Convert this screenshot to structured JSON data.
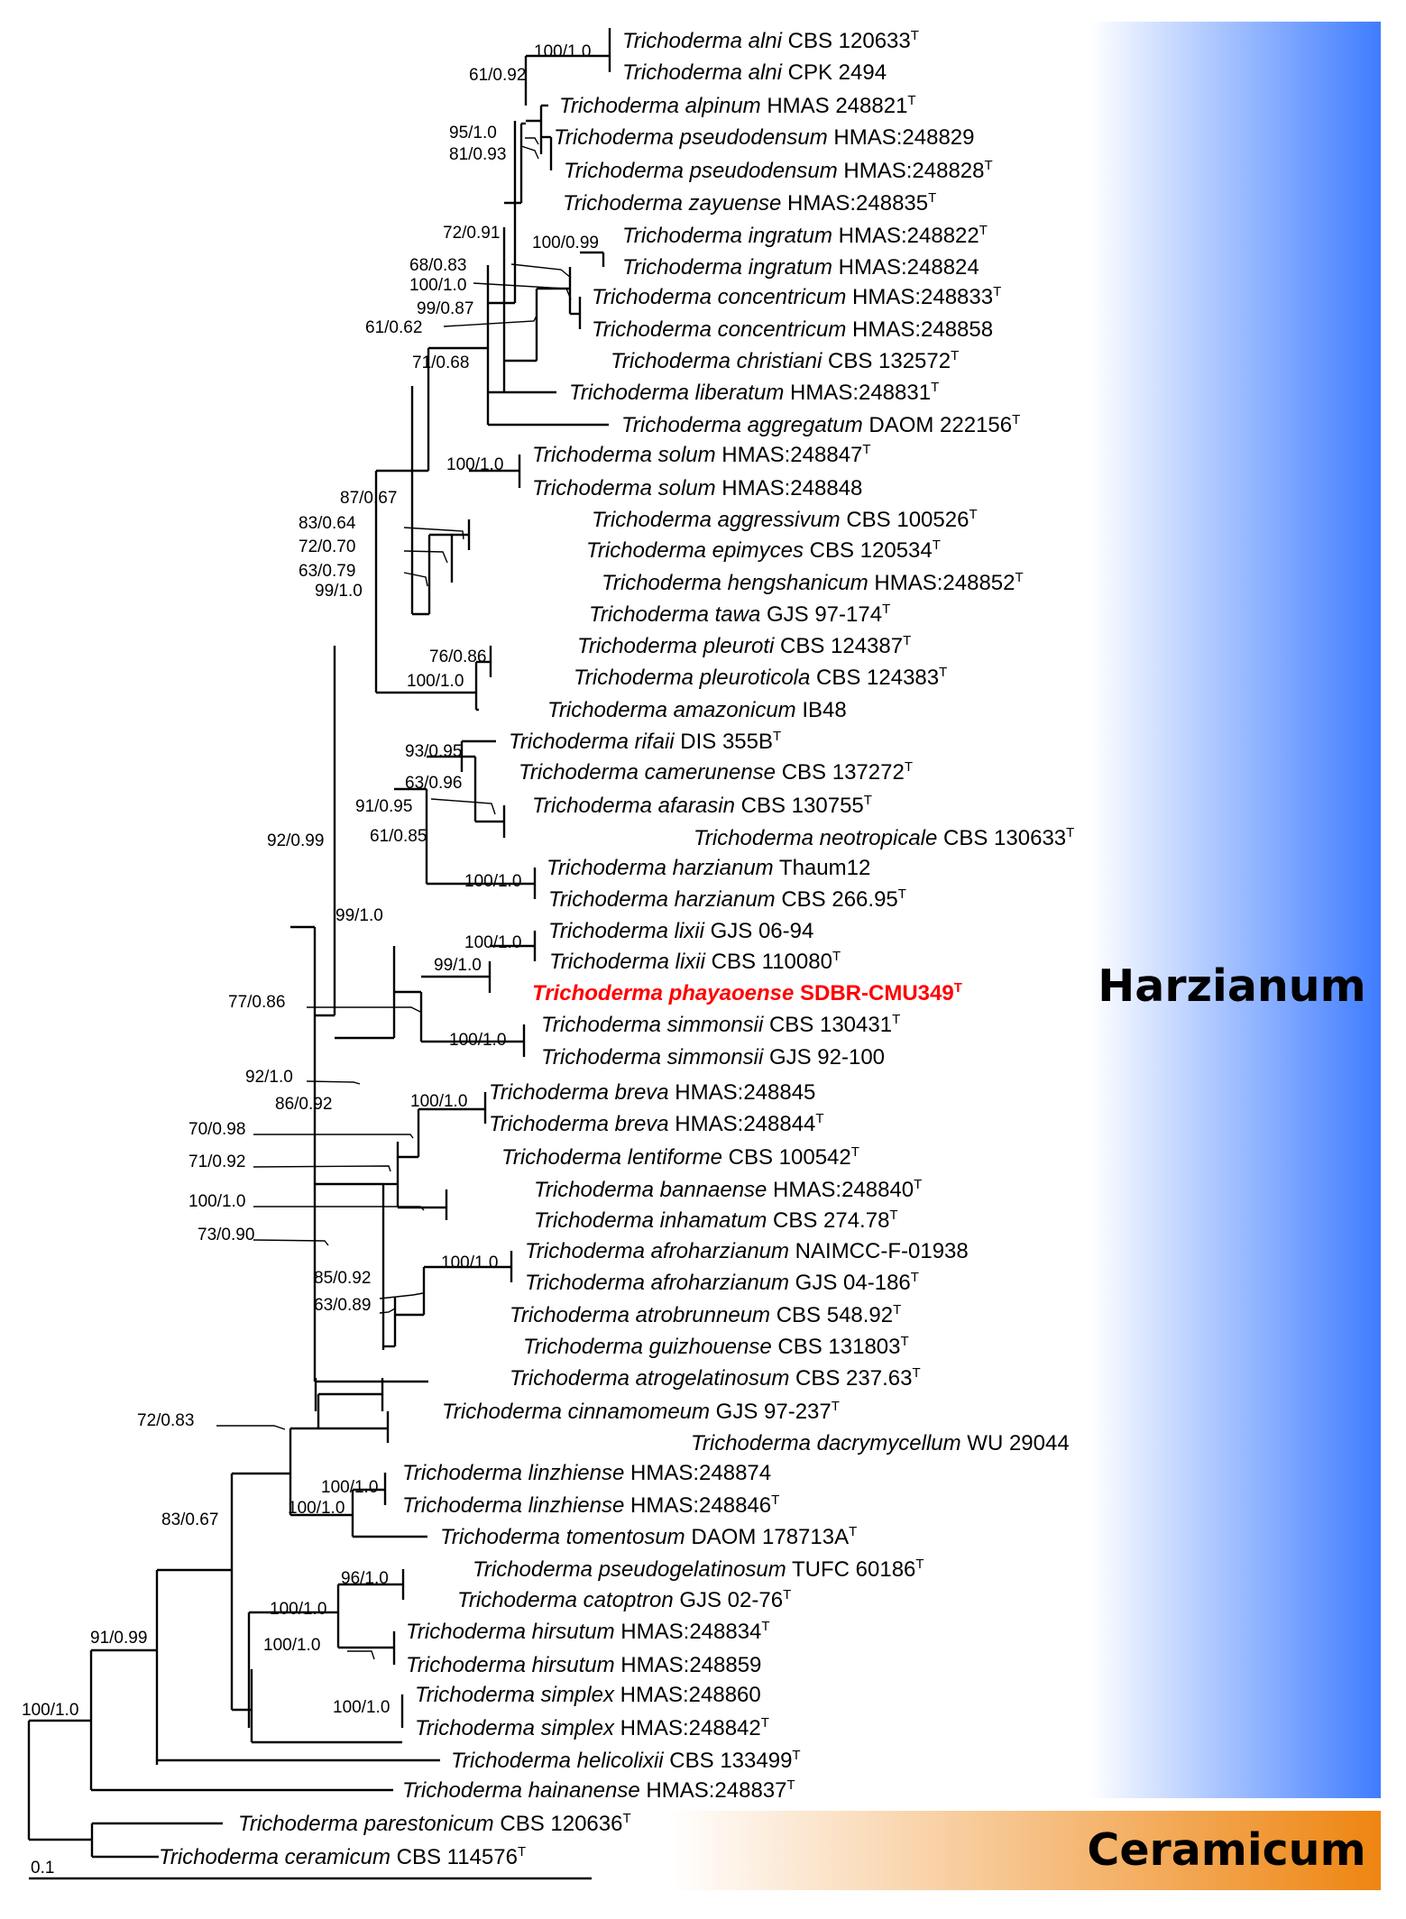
{
  "tree": {
    "leaves": [
      {
        "genus": "Trichoderma",
        "epithet": "alni",
        "strain": "CBS 120633",
        "type": true,
        "italic_all": true
      },
      {
        "genus": "Trichoderma",
        "epithet": "alni",
        "strain": "CPK 2494",
        "type": false,
        "italic_all": true
      },
      {
        "genus": "Trichoderma",
        "epithet": "alpinum",
        "strain": "HMAS 248821",
        "type": true
      },
      {
        "genus": "Trichoderma",
        "epithet": "pseudodensum",
        "strain": "HMAS:248829",
        "type": false
      },
      {
        "genus": "Trichoderma",
        "epithet": "pseudodensum",
        "strain": "HMAS:248828",
        "type": true
      },
      {
        "genus": "Trichoderma",
        "epithet": "zayuense",
        "strain": "HMAS:248835",
        "type": true
      },
      {
        "genus": "Trichoderma",
        "epithet": "ingratum",
        "strain": "HMAS:248822",
        "type": true
      },
      {
        "genus": "Trichoderma",
        "epithet": "ingratum",
        "strain": "HMAS:248824",
        "type": false
      },
      {
        "genus": "Trichoderma",
        "epithet": "concentricum",
        "strain": "HMAS:248833",
        "type": true
      },
      {
        "genus": "Trichoderma",
        "epithet": "concentricum",
        "strain": "HMAS:248858",
        "type": false
      },
      {
        "genus": "Trichoderma",
        "epithet": "christiani",
        "strain": "CBS 132572",
        "type": true
      },
      {
        "genus": "Trichoderma",
        "epithet": "liberatum",
        "strain": "HMAS:248831",
        "type": true
      },
      {
        "genus": "Trichoderma",
        "epithet": "aggregatum",
        "strain": "DAOM 222156",
        "type": true
      },
      {
        "genus": "Trichoderma",
        "epithet": "solum",
        "strain": "HMAS:248847",
        "type": true
      },
      {
        "genus": "Trichoderma",
        "epithet": "solum",
        "strain": "HMAS:248848",
        "type": false
      },
      {
        "genus": "Trichoderma",
        "epithet": "aggressivum",
        "strain": "CBS 100526",
        "type": true
      },
      {
        "genus": "Trichoderma",
        "epithet": "epimyces",
        "strain": "CBS 120534",
        "type": true
      },
      {
        "genus": "Trichoderma",
        "epithet": "hengshanicum",
        "strain": "HMAS:248852",
        "type": true
      },
      {
        "genus": "Trichoderma",
        "epithet": "tawa",
        "strain": "GJS 97-174",
        "type": true
      },
      {
        "genus": "Trichoderma",
        "epithet": "pleuroti",
        "strain": "CBS 124387",
        "type": true
      },
      {
        "genus": "Trichoderma",
        "epithet": "pleuroticola",
        "strain": "CBS 124383",
        "type": true
      },
      {
        "genus": "Trichoderma",
        "epithet": "amazonicum",
        "strain": "IB48",
        "type": false
      },
      {
        "genus": "Trichoderma",
        "epithet": "rifaii",
        "strain": "DIS 355B",
        "type": true
      },
      {
        "genus": "Trichoderma",
        "epithet": "camerunense",
        "strain": "CBS 137272",
        "type": true
      },
      {
        "genus": "Trichoderma",
        "epithet": "afarasin",
        "strain": "CBS 130755",
        "type": true
      },
      {
        "genus": "Trichoderma",
        "epithet": "neotropicale",
        "strain": "CBS 130633",
        "type": true
      },
      {
        "genus": "Trichoderma",
        "epithet": "harzianum",
        "strain": "Thaum12",
        "type": false
      },
      {
        "genus": "Trichoderma",
        "epithet": "harzianum",
        "strain": "CBS 266.95",
        "type": true
      },
      {
        "genus": "Trichoderma",
        "epithet": "lixii",
        "strain": "GJS 06-94",
        "type": false
      },
      {
        "genus": "Trichoderma",
        "epithet": "lixii",
        "strain": "CBS 110080",
        "type": true
      },
      {
        "genus": "Trichoderma",
        "epithet": "phayaoense",
        "strain": "SDBR-CMU349",
        "type": true,
        "highlight": true
      },
      {
        "genus": "Trichoderma",
        "epithet": "simmonsii",
        "strain": "CBS 130431",
        "type": true
      },
      {
        "genus": "Trichoderma",
        "epithet": "simmonsii",
        "strain": "GJS 92-100",
        "type": false
      },
      {
        "genus": "Trichoderma",
        "epithet": "breva",
        "strain": "HMAS:248845",
        "type": false
      },
      {
        "genus": "Trichoderma",
        "epithet": "breva",
        "strain": "HMAS:248844",
        "type": true
      },
      {
        "genus": "Trichoderma",
        "epithet": "lentiforme",
        "strain": "CBS 100542",
        "type": true
      },
      {
        "genus": "Trichoderma",
        "epithet": "bannaense",
        "strain": "HMAS:248840",
        "type": true
      },
      {
        "genus": "Trichoderma",
        "epithet": "inhamatum",
        "strain": "CBS 274.78",
        "type": true
      },
      {
        "genus": "Trichoderma",
        "epithet": "afroharzianum",
        "strain": "NAIMCC-F-01938",
        "type": false
      },
      {
        "genus": "Trichoderma",
        "epithet": "afroharzianum",
        "strain": "GJS 04-186",
        "type": true
      },
      {
        "genus": "Trichoderma",
        "epithet": "atrobrunneum",
        "strain": "CBS 548.92",
        "type": true
      },
      {
        "genus": "Trichoderma",
        "epithet": "guizhouense",
        "strain": "CBS 131803",
        "type": true
      },
      {
        "genus": "Trichoderma",
        "epithet": "atrogelatinosum",
        "strain": "CBS 237.63",
        "type": true
      },
      {
        "genus": "Trichoderma",
        "epithet": "cinnamomeum",
        "strain": "GJS 97-237",
        "type": true
      },
      {
        "genus": "Trichoderma",
        "epithet": "dacrymycellum",
        "strain": "WU 29044",
        "type": false
      },
      {
        "genus": "Trichoderma",
        "epithet": "linzhiense",
        "strain": "HMAS:248874",
        "type": false
      },
      {
        "genus": "Trichoderma",
        "epithet": "linzhiense",
        "strain": "HMAS:248846",
        "type": true
      },
      {
        "genus": "Trichoderma",
        "epithet": "tomentosum",
        "strain": "DAOM 178713A",
        "type": true
      },
      {
        "genus": "Trichoderma",
        "epithet": "pseudogelatinosum",
        "strain": "TUFC 60186",
        "type": true
      },
      {
        "genus": "Trichoderma",
        "epithet": "catoptron",
        "strain": "GJS 02-76",
        "type": true
      },
      {
        "genus": "Trichoderma",
        "epithet": "hirsutum",
        "strain": "HMAS:248834",
        "type": true
      },
      {
        "genus": "Trichoderma",
        "epithet": "hirsutum",
        "strain": "HMAS:248859",
        "type": false
      },
      {
        "genus": "Trichoderma",
        "epithet": "simplex",
        "strain": "HMAS:248860",
        "type": false
      },
      {
        "genus": "Trichoderma",
        "epithet": "simplex",
        "strain": "HMAS:248842",
        "type": true
      },
      {
        "genus": "Trichoderma",
        "epithet": "helicolixii",
        "strain": "CBS 133499",
        "type": true
      },
      {
        "genus": "Trichoderma",
        "epithet": "hainanense",
        "strain": "HMAS:248837",
        "type": true
      },
      {
        "genus": "Trichoderma",
        "epithet": "parestonicum",
        "strain": "CBS 120636",
        "type": true
      },
      {
        "genus": "Trichoderma",
        "epithet": "ceramicum",
        "strain": "CBS 114576",
        "type": true
      }
    ],
    "type_marker": "T",
    "support_values": [
      "100/1.0",
      "61/0.92",
      "95/1.0",
      "81/0.93",
      "72/0.91",
      "100/0.99",
      "68/0.83",
      "100/1.0",
      "99/0.87",
      "61/0.62",
      "71/0.68",
      "100/1.0",
      "87/0.67",
      "83/0.64",
      "72/0.70",
      "63/0.79",
      "99/1.0",
      "76/0.86",
      "100/1.0",
      "93/0.95",
      "63/0.96",
      "91/0.95",
      "61/0.85",
      "92/0.99",
      "100/1.0",
      "99/1.0",
      "100/1.0",
      "99/1.0",
      "77/0.86",
      "100/1.0",
      "92/1.0",
      "86/0.92",
      "100/1.0",
      "70/0.98",
      "71/0.92",
      "100/1.0",
      "73/0.90",
      "100/1.0",
      "85/0.92",
      "63/0.89",
      "72/0.83",
      "100/1.0",
      "100/1.0",
      "83/0.67",
      "96/1.0",
      "100/1.0",
      "100/1.0",
      "91/0.99",
      "100/1.0",
      "100/1.0"
    ],
    "scale_bar_label": "0.1"
  },
  "clades": [
    {
      "label": "Harzianum",
      "color": "#3f7cff"
    },
    {
      "label": "Ceramicum",
      "color": "#ee8511"
    }
  ],
  "colors": {
    "highlight": "#ff0000",
    "branch": "#000000"
  }
}
